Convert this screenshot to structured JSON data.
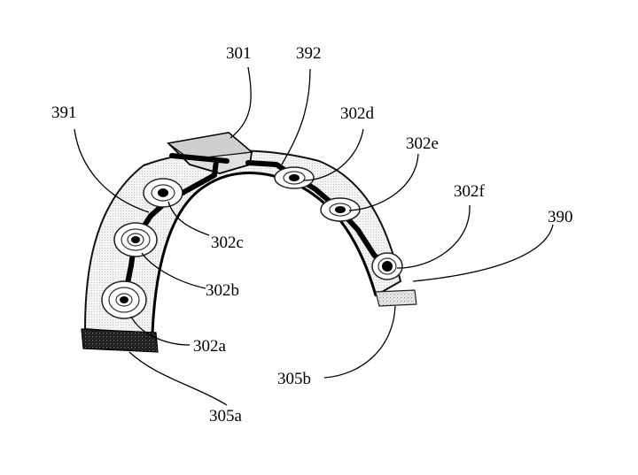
{
  "figure": {
    "labels": {
      "l301": "301",
      "l392": "392",
      "l391": "391",
      "l302d": "302d",
      "l302e": "302e",
      "l302f": "302f",
      "l390": "390",
      "l302c": "302c",
      "l302b": "302b",
      "l302a": "302a",
      "l305b": "305b",
      "l305a": "305a"
    }
  }
}
